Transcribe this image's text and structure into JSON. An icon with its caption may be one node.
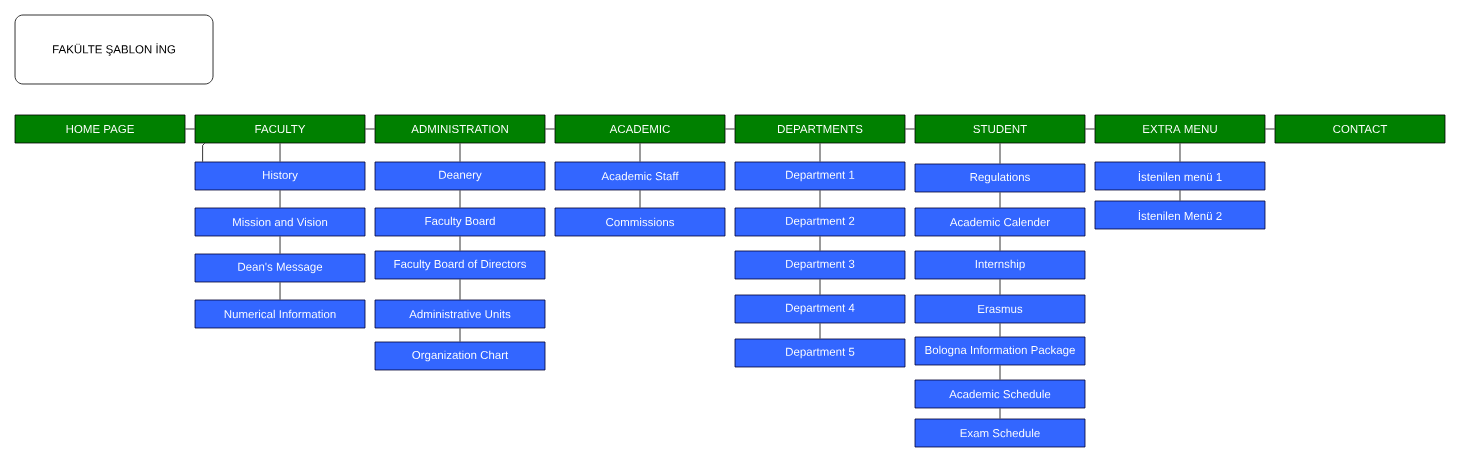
{
  "diagram": {
    "nodes": [
      {
        "text": [
          "FAKÜLTE ŞABLON İNG"
        ]
      },
      {
        "text": [
          "HOME PAGE"
        ]
      },
      {
        "text": [
          "FACULTY"
        ]
      },
      {
        "text": [
          "ADMINISTRATION"
        ]
      },
      {
        "text": [
          "ACADEMIC"
        ]
      },
      {
        "text": [
          "DEPARTMENTS"
        ]
      },
      {
        "text": [
          "STUDENT"
        ]
      },
      {
        "text": [
          "EXTRA MENU"
        ]
      },
      {
        "text": [
          "CONTACT"
        ]
      },
      {
        "text": [
          "History"
        ]
      },
      {
        "text": [
          "Mission and Vision"
        ]
      },
      {
        "text": [
          "Dean's Message"
        ]
      },
      {
        "text": [
          "Numerical Information"
        ]
      },
      {
        "text": [
          "Deanery"
        ]
      },
      {
        "text": [
          "Faculty Board"
        ]
      },
      {
        "text": [
          "Faculty Board of Directors"
        ]
      },
      {
        "text": [
          "Administrative Units"
        ]
      },
      {
        "text": [
          "Organization Chart"
        ]
      },
      {
        "text": [
          "Academic Staff"
        ]
      },
      {
        "text": [
          "Commissions"
        ]
      },
      {
        "text": [
          "Department 1"
        ]
      },
      {
        "text": [
          "Department 2"
        ]
      },
      {
        "text": [
          "Department 3"
        ]
      },
      {
        "text": [
          "Department 4"
        ]
      },
      {
        "text": [
          "Department 5"
        ]
      },
      {
        "text": [
          "Regulations"
        ]
      },
      {
        "text": [
          "Academic Calender"
        ]
      },
      {
        "text": [
          "Internship"
        ]
      },
      {
        "text": [
          "Erasmus"
        ]
      },
      {
        "text": [
          "Bologna Information Package"
        ]
      },
      {
        "text": [
          "Academic Schedule"
        ]
      },
      {
        "text": [
          "Exam Schedule"
        ]
      },
      {
        "text": [
          "İstenilen menü 1"
        ]
      },
      {
        "text": [
          "İstenilen Menü 2"
        ]
      }
    ],
    "edges": [
      {
        "from": 1,
        "to": 2,
        "arrow": "none"
      },
      {
        "from": 2,
        "to": 3,
        "arrow": "none"
      },
      {
        "from": 3,
        "to": 4,
        "arrow": "none"
      },
      {
        "from": 4,
        "to": 5,
        "arrow": "none"
      },
      {
        "from": 5,
        "to": 6,
        "arrow": "none"
      },
      {
        "from": 6,
        "to": 7,
        "arrow": "none"
      },
      {
        "from": 7,
        "to": 8,
        "arrow": "none"
      },
      {
        "from": 2,
        "to": 9,
        "arrow": "none"
      },
      {
        "from": 2,
        "to": 9,
        "arrow": "none"
      },
      {
        "from": 9,
        "to": 10,
        "arrow": "none"
      },
      {
        "from": 10,
        "to": 11,
        "arrow": "none"
      },
      {
        "from": 11,
        "to": 12,
        "arrow": "none"
      },
      {
        "from": 3,
        "to": 13,
        "arrow": "none"
      },
      {
        "from": 13,
        "to": 14,
        "arrow": "none"
      },
      {
        "from": 14,
        "to": 15,
        "arrow": "none"
      },
      {
        "from": 15,
        "to": 16,
        "arrow": "none"
      },
      {
        "from": 16,
        "to": 17,
        "arrow": "none"
      },
      {
        "from": 4,
        "to": 18,
        "arrow": "none"
      },
      {
        "from": 18,
        "to": 19,
        "arrow": "none"
      },
      {
        "from": 5,
        "to": 20,
        "arrow": "none"
      },
      {
        "from": 20,
        "to": 21,
        "arrow": "none"
      },
      {
        "from": 21,
        "to": 22,
        "arrow": "none"
      },
      {
        "from": 22,
        "to": 23,
        "arrow": "none"
      },
      {
        "from": 23,
        "to": 24,
        "arrow": "none"
      },
      {
        "from": 6,
        "to": 25,
        "arrow": "none"
      },
      {
        "from": 25,
        "to": 26,
        "arrow": "none"
      },
      {
        "from": 26,
        "to": 27,
        "arrow": "none"
      },
      {
        "from": 27,
        "to": 28,
        "arrow": "none"
      },
      {
        "from": 28,
        "to": 29,
        "arrow": "none"
      },
      {
        "from": 29,
        "to": 30,
        "arrow": "none"
      },
      {
        "from": 30,
        "to": 31,
        "arrow": "none"
      },
      {
        "from": 7,
        "to": 32,
        "arrow": "none"
      },
      {
        "from": 32,
        "to": 33,
        "arrow": "none"
      }
    ]
  }
}
